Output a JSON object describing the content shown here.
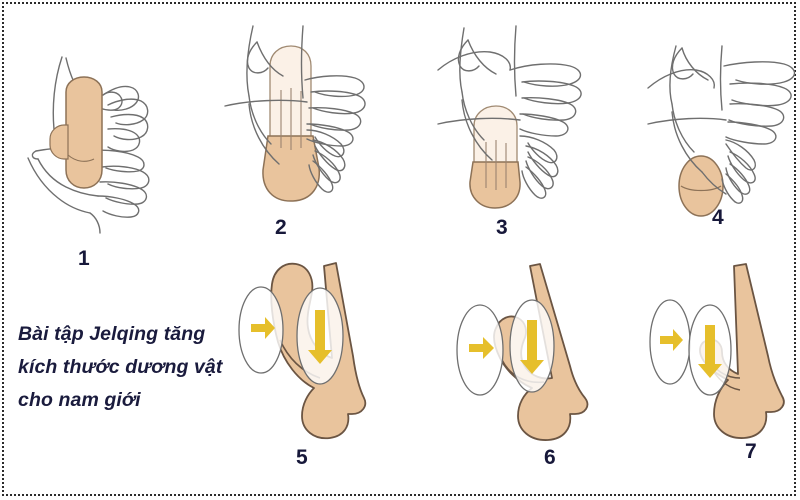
{
  "image": {
    "kind": "instructional-illustration",
    "title_text_present": true,
    "border_style": "dotted",
    "background_color": "#ffffff"
  },
  "colors": {
    "skin_fill": "#e9c49d",
    "skin_fill_light": "#f7e3cf",
    "skin_fill_pale": "#fbf1e7",
    "outline_gray": "#6f6f6f",
    "outline_dark": "#5a4a3c",
    "arrow_yellow": "#e6bf2b",
    "number_color": "#17183a",
    "caption_color": "#1a1b3d",
    "frame_color": "#2b2b2b"
  },
  "caption": {
    "lines": [
      "Bài tập Jelqing tăng",
      "kích thước dương vật",
      "cho nam giới"
    ],
    "full_text": "Bài tập Jelqing tăng kích thước dương vật cho nam giới"
  },
  "panels": [
    {
      "id": 1,
      "number_label": "1",
      "row": "top",
      "description": "hand outline gripping shaft, side view"
    },
    {
      "id": 2,
      "number_label": "2",
      "row": "top",
      "description": "two hand outlines over shaft, pale upper segment"
    },
    {
      "id": 3,
      "number_label": "3",
      "row": "top",
      "description": "hand outlines over shorter pale shaft"
    },
    {
      "id": 4,
      "number_label": "4",
      "row": "top",
      "description": "hand outlines with small oval tip"
    },
    {
      "id": 5,
      "number_label": "5",
      "row": "bottom",
      "description": "grip shape with two oval callouts and yellow arrows"
    },
    {
      "id": 6,
      "number_label": "6",
      "row": "bottom",
      "description": "grip shape, ovals lower with yellow arrows"
    },
    {
      "id": 7,
      "number_label": "7",
      "row": "bottom",
      "description": "thumb grip shape with two oval callouts and yellow arrows"
    }
  ],
  "callouts": {
    "oval_count_per_panel": 2,
    "arrow_directions": [
      "right",
      "down"
    ],
    "arrow_color": "#e6bf2b"
  }
}
